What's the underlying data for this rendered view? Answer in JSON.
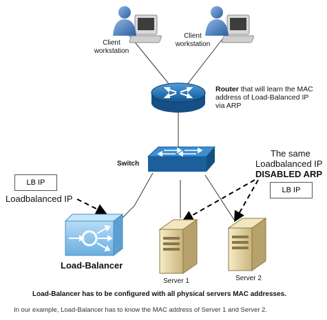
{
  "clients": [
    {
      "label_line1": "Client",
      "label_line2": "workstation",
      "icon": "user-computer-icon"
    },
    {
      "label_line1": "Client",
      "label_line2": "workstation",
      "icon": "user-computer-icon"
    }
  ],
  "router": {
    "bold": "Router",
    "text_line1": " that will learn the MAC",
    "text_line2": "address of Load-Balanced IP",
    "text_line3": "via ARP",
    "icon": "router-icon"
  },
  "switch": {
    "label": "Switch",
    "icon": "switch-icon"
  },
  "lb_ip_box_left": "LB IP",
  "lb_ip_box_right": "LB IP",
  "loadbalanced_ip_label": "Loadbalanced IP",
  "same_ip_note": {
    "line1": "The same",
    "line2": "Loadbalanced IP",
    "line3": "DISABLED ARP"
  },
  "load_balancer": {
    "label": "Load-Balancer",
    "icon": "load-balancer-icon"
  },
  "servers": [
    {
      "label": "Server 1",
      "icon": "server-icon"
    },
    {
      "label": "Server 2",
      "icon": "server-icon"
    }
  ],
  "footer": {
    "line1": "Load-Balancer has to be configured with all physical servers MAC addresses.",
    "line2": "In our example, Load-Balancer has to know the MAC address of Server 1 and Server 2."
  },
  "colors": {
    "router_blue": "#1f6db4",
    "switch_blue": "#2a7fc5",
    "lb_blue": "#8fc5ec",
    "server_beige": "#e8d9a8",
    "user_blue": "#4a82c3"
  }
}
